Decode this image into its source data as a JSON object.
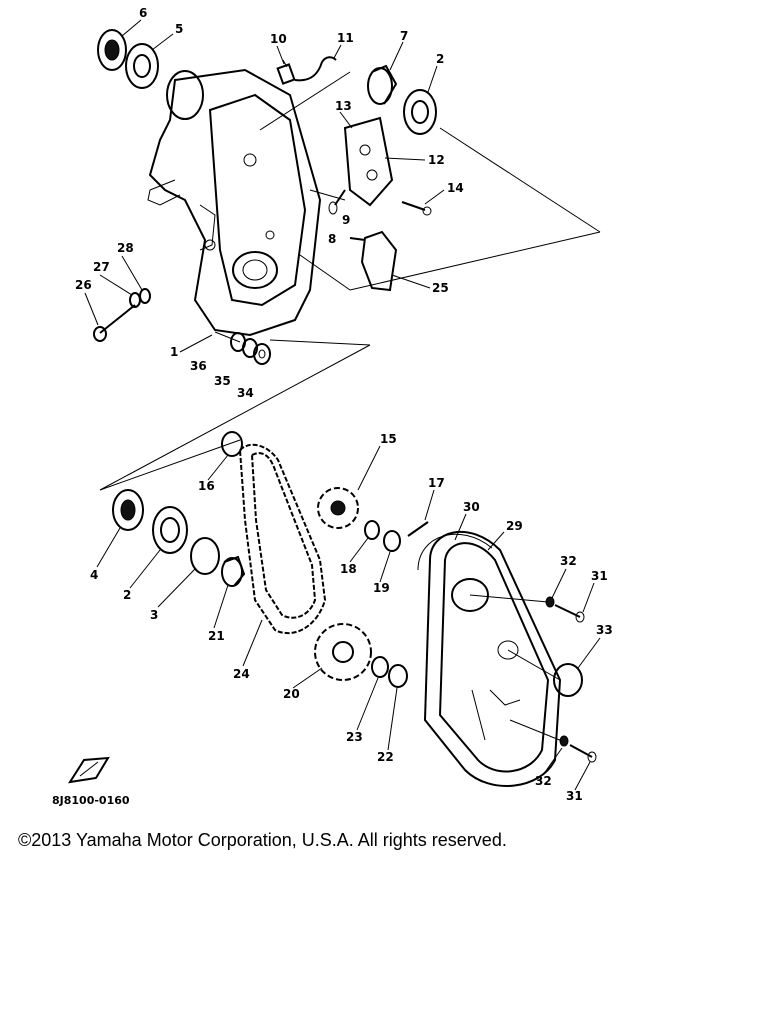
{
  "diagram": {
    "code": "8J8100-0160",
    "copyright": "©2013 Yamaha Motor Corporation, U.S.A. All rights reserved.",
    "callouts": {
      "c1": "1",
      "c2a": "2",
      "c2b": "2",
      "c3": "3",
      "c4": "4",
      "c5": "5",
      "c6": "6",
      "c7": "7",
      "c8": "8",
      "c9": "9",
      "c10": "10",
      "c11": "11",
      "c12": "12",
      "c13": "13",
      "c14": "14",
      "c15": "15",
      "c16": "16",
      "c17": "17",
      "c18": "18",
      "c19": "19",
      "c20": "20",
      "c21": "21",
      "c22": "22",
      "c23": "23",
      "c24": "24",
      "c25": "25",
      "c26": "26",
      "c27": "27",
      "c28": "28",
      "c29": "29",
      "c30": "30",
      "c31a": "31",
      "c31b": "31",
      "c32a": "32",
      "c32b": "32",
      "c33": "33",
      "c34": "34",
      "c35": "35",
      "c36": "36"
    }
  }
}
